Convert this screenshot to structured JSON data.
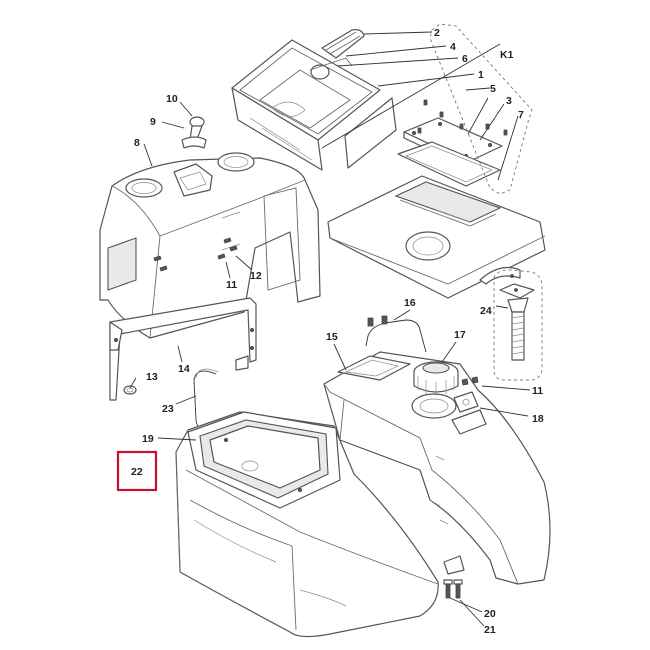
{
  "diagram": {
    "highlight_color": "#c8102e",
    "highlighted_part": "22",
    "callouts": [
      "2",
      "4",
      "6",
      "1",
      "K1",
      "5",
      "3",
      "7",
      "10",
      "9",
      "8",
      "12",
      "11",
      "24",
      "16",
      "15",
      "17",
      "11",
      "13",
      "14",
      "23",
      "18",
      "19",
      "22",
      "20",
      "21"
    ]
  }
}
